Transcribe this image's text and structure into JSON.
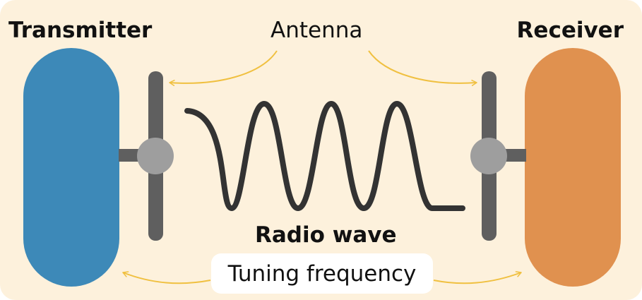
{
  "labels": {
    "transmitter": "Transmitter",
    "receiver": "Receiver",
    "antenna": "Antenna",
    "radio_wave": "Radio wave",
    "tuning_frequency": "Tuning frequency"
  },
  "colors": {
    "background": "#fdf1dc",
    "transmitter": "#3d89b8",
    "receiver": "#e0914f",
    "antenna_rod": "#5f5f5f",
    "antenna_joint": "#9e9e9e",
    "wave": "#333333",
    "arrow": "#f0c040"
  }
}
